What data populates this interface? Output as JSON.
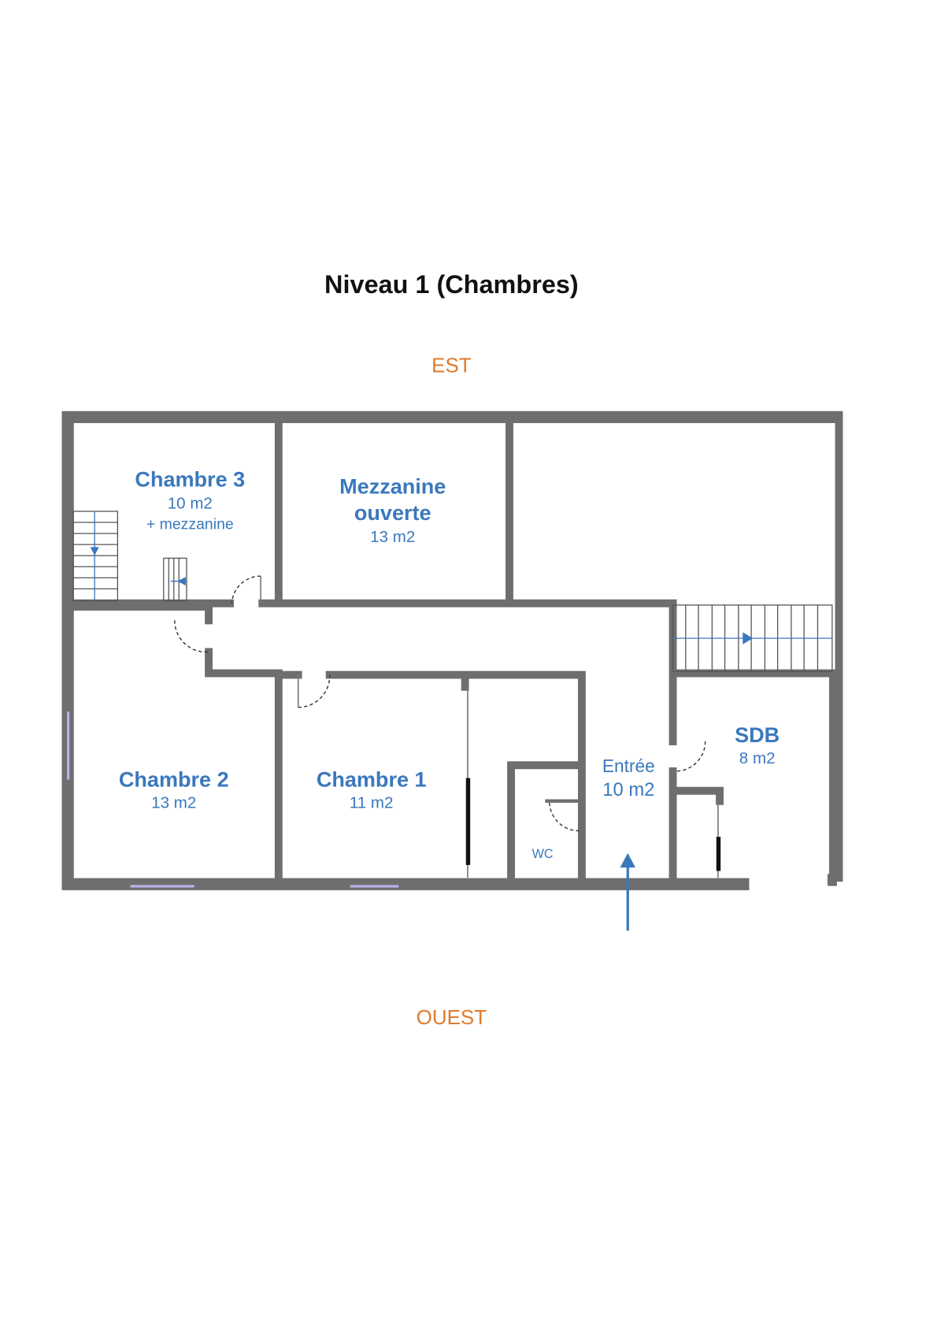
{
  "title": "Niveau 1 (Chambres)",
  "orientation": {
    "top": "EST",
    "bottom": "OUEST"
  },
  "colors": {
    "room_label": "#3a78bd",
    "orientation": "#e07a2a",
    "title": "#111111",
    "wall": "#6e6e6e"
  },
  "rooms": {
    "chambre3": {
      "name": "Chambre 3",
      "area": "10 m2",
      "note": "+ mezzanine"
    },
    "mezzanine": {
      "name_line1": "Mezzanine",
      "name_line2": "ouverte",
      "area": "13 m2"
    },
    "chambre2": {
      "name": "Chambre 2",
      "area": "13 m2"
    },
    "chambre1": {
      "name": "Chambre 1",
      "area": "11 m2"
    },
    "entree": {
      "name": "Entrée",
      "area": "10 m2"
    },
    "sdb": {
      "name": "SDB",
      "area": "8 m2"
    },
    "wc": {
      "name": "WC"
    }
  },
  "icons": {
    "entrance": "arrow-up-icon",
    "stairs": "stairs-icon"
  }
}
